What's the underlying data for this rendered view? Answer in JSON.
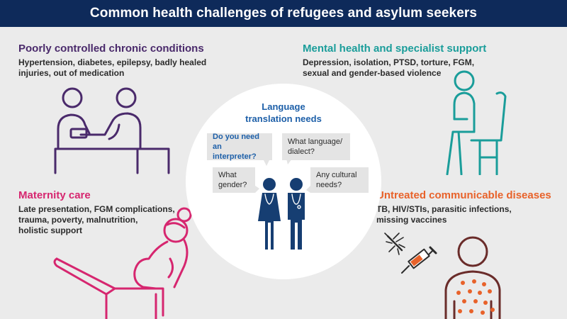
{
  "title": "Common health challenges of refugees and asylum seekers",
  "colors": {
    "header_bg": "#0e2a5a",
    "chronic": "#4a2a6b",
    "mental": "#1a9d9a",
    "maternity": "#d6266f",
    "communicable": "#e8622a",
    "language": "#1d5fa8",
    "figures": "#163e72",
    "rash": "#e8622a",
    "person_outline": "#6a2c2a"
  },
  "sections": {
    "chronic": {
      "title": "Poorly controlled chronic conditions",
      "description_lines": [
        "Hypertension, diabetes, epilepsy, badly healed",
        "injuries, out of medication"
      ],
      "icon": "doctor-patient-blood-pressure-icon"
    },
    "mental": {
      "title": "Mental health and specialist support",
      "description_lines": [
        "Depression, isolation, PTSD, torture, FGM,",
        "sexual and gender-based violence"
      ],
      "icon": "person-sitting-chair-icon"
    },
    "maternity": {
      "title": "Maternity care",
      "description_lines": [
        "Late presentation, FGM complications,",
        "trauma, poverty, malnutrition,",
        "holistic support"
      ],
      "icon": "pregnant-woman-bed-icon"
    },
    "communicable": {
      "title": "Untreated communicable diseases",
      "description_lines": [
        "TB, HIV/STIs, parasitic infections,",
        "missing vaccines"
      ],
      "icons": [
        "mosquito-icon",
        "syringe-icon",
        "person-with-rash-icon"
      ]
    }
  },
  "center": {
    "title_lines": [
      "Language",
      "translation needs"
    ],
    "bubbles": {
      "interpreter": [
        "Do you need",
        "an interpreter?"
      ],
      "language": [
        "What language/",
        "dialect?"
      ],
      "gender": [
        "What",
        "gender?"
      ],
      "cultural": [
        "Any cultural",
        "needs?"
      ]
    },
    "icon": "two-people-icon"
  }
}
